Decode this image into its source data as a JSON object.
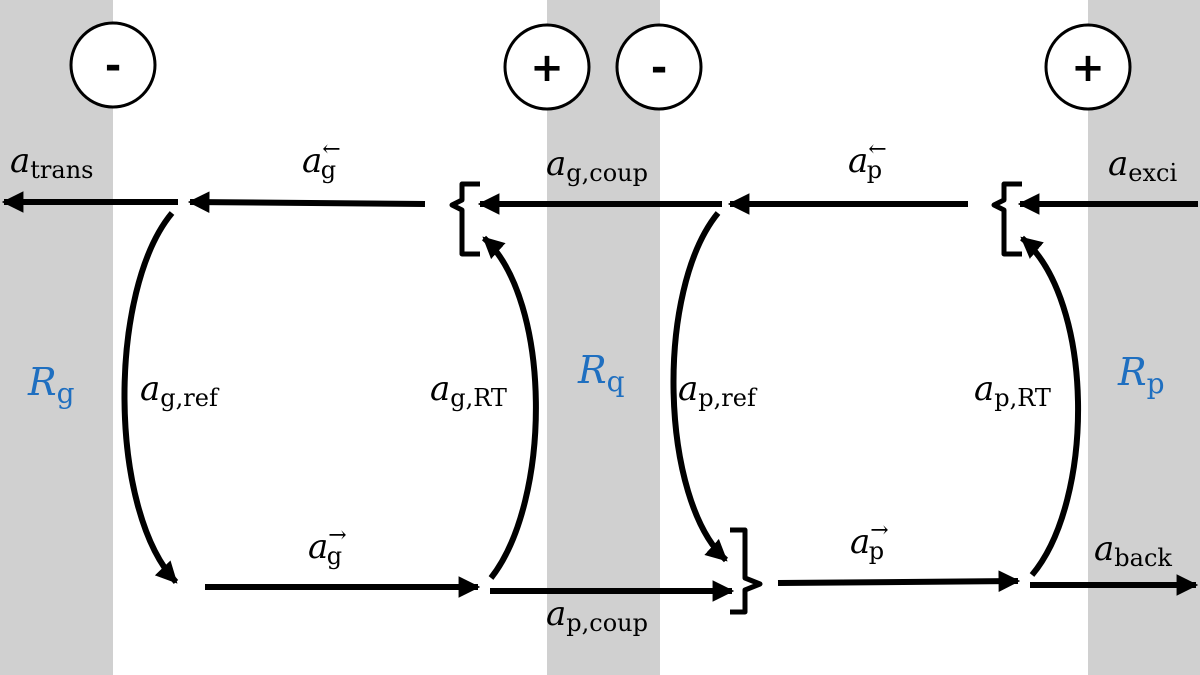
{
  "colors": {
    "band": "#d0d0d0",
    "region_label": "#1f6fc0",
    "stroke": "#000000"
  },
  "signs": {
    "left": "-",
    "mid_plus": "+",
    "mid_minus": "-",
    "right": "+"
  },
  "regions": {
    "g": {
      "base": "R",
      "sub": "g"
    },
    "q": {
      "base": "R",
      "sub": "q"
    },
    "p": {
      "base": "R",
      "sub": "p"
    }
  },
  "labels": {
    "a_trans": {
      "base": "a",
      "sub": "trans"
    },
    "a_g_left": {
      "base": "a",
      "sub": "g",
      "sup": "←"
    },
    "a_g_coup": {
      "base": "a",
      "sub": "g,coup"
    },
    "a_p_left": {
      "base": "a",
      "sub": "p",
      "sup": "←"
    },
    "a_exci": {
      "base": "a",
      "sub": "exci"
    },
    "a_g_ref": {
      "base": "a",
      "sub": "g,ref"
    },
    "a_g_RT": {
      "base": "a",
      "sub": "g,RT"
    },
    "a_p_ref": {
      "base": "a",
      "sub": "p,ref"
    },
    "a_p_RT": {
      "base": "a",
      "sub": "p,RT"
    },
    "a_g_right": {
      "base": "a",
      "sub": "g",
      "sup": "→"
    },
    "a_p_coup": {
      "base": "a",
      "sub": "p,coup"
    },
    "a_p_right": {
      "base": "a",
      "sub": "p",
      "sup": "→"
    },
    "a_back": {
      "base": "a",
      "sub": "back"
    }
  }
}
